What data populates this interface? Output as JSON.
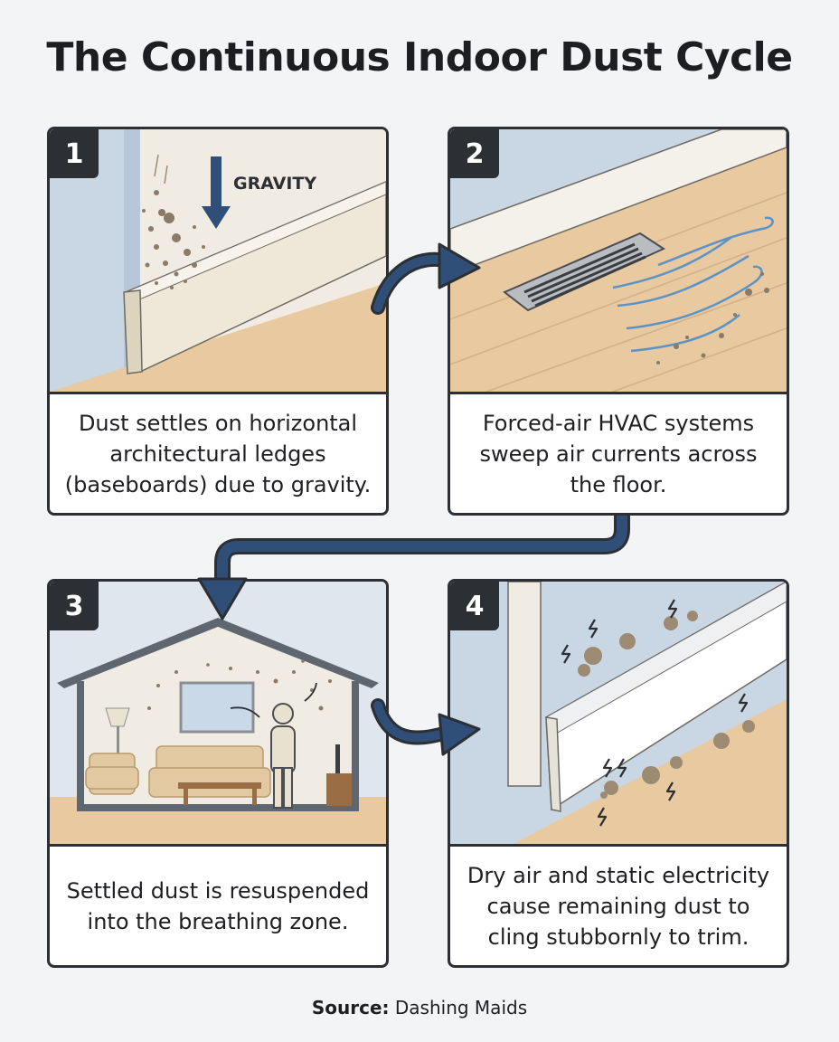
{
  "title": "The Continuous Indoor Dust Cycle",
  "steps": [
    {
      "number": "1",
      "caption": "Dust settles on horizontal architectural ledges (baseboards) due to gravity.",
      "art_label": "GRAVITY"
    },
    {
      "number": "2",
      "caption": "Forced-air HVAC systems sweep air currents across the floor."
    },
    {
      "number": "3",
      "caption": "Settled dust is resuspended into the breathing zone."
    },
    {
      "number": "4",
      "caption": "Dry air and static electricity cause remaining dust to cling stubbornly to trim."
    }
  ],
  "source": {
    "label": "Source:",
    "value": "Dashing Maids"
  },
  "colors": {
    "outline": "#2c2f33",
    "arrow": "#2f4f78",
    "wall": "#c9d6e4",
    "floor": "#e8c9a0",
    "baseboard": "#efe8d8",
    "dust": "#8a7a66",
    "airflow": "#5b93c7"
  }
}
